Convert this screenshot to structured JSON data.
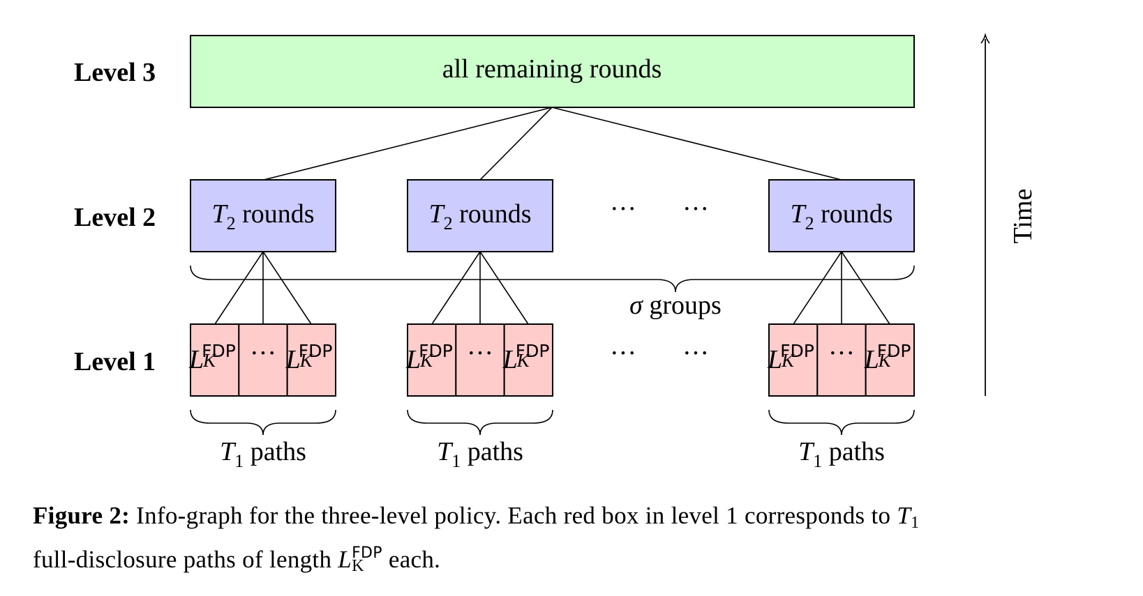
{
  "levels": {
    "level3_label": "Level 3",
    "level2_label": "Level 2",
    "level1_label": "Level 1"
  },
  "level3_box": {
    "text": "all remaining rounds"
  },
  "level2_box": {
    "var": "T",
    "sub": "2",
    "suffix": " rounds"
  },
  "level1_cell": {
    "var": "L",
    "sup": "FDP",
    "sub": "K",
    "ellipsis": "···"
  },
  "ellipsis": "···",
  "groups_label": {
    "var": "σ",
    "text": " groups"
  },
  "paths_label": {
    "var": "T",
    "sub": "1",
    "suffix": " paths"
  },
  "time_label": "Time",
  "caption": {
    "figure_label": "Figure 2:",
    "text_part1": " Info-graph for the three-level policy.  Each red box in level 1 corresponds to ",
    "t1_var": "T",
    "t1_sub": "1",
    "text_part2": "full-disclosure paths of length ",
    "l_var": "L",
    "l_sup": "FDP",
    "l_sub": "K",
    "text_part3": " each."
  },
  "colors": {
    "level3_fill": "#ccffcc",
    "level2_fill": "#ccccff",
    "level1_fill": "#ffcccc",
    "stroke": "#000000"
  }
}
